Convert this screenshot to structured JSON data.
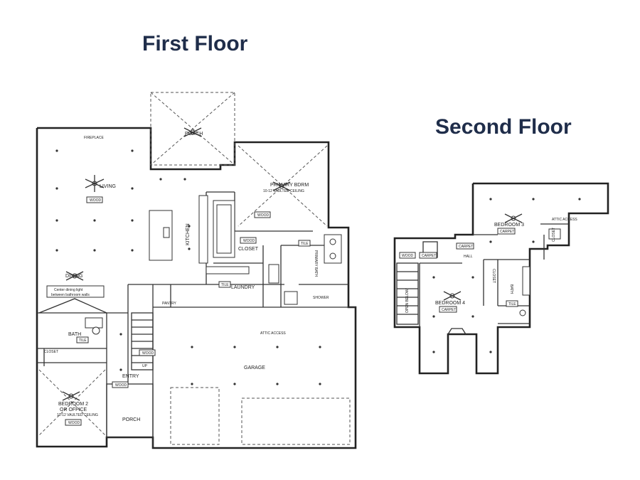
{
  "titles": {
    "first_floor": "First Floor",
    "second_floor": "Second Floor"
  },
  "first_floor_rooms": {
    "fireplace": "FIREPLACE",
    "porch_rear": "PORCH",
    "primary_bdrm": "PRIMARY BDRM",
    "primary_ceiling": "10-12 VAULTED CEILING",
    "living": "LIVING",
    "kitchen": "KITCHEN",
    "closet": "CLOSET",
    "primary_bath": "PRIMARY BATH",
    "laundry": "LAUNDRY",
    "dining": "DINING",
    "dining_note_1": "Center dining light",
    "dining_note_2": "between bathroom walls",
    "bath": "BATH",
    "closet_small": "CLOSET",
    "bedroom2_line1": "BEDROOM 2",
    "bedroom2_line2": "OR OFFICE",
    "bedroom2_ceiling": "10-12 VAULTED CEILING",
    "entry": "ENTRY",
    "porch_front": "PORCH",
    "garage": "GARAGE",
    "attic_note": "ATTIC ACCESS",
    "shower": "SHOWER",
    "pantry": "PANTRY",
    "up": "UP"
  },
  "first_floor_materials": {
    "wood": "WOOD",
    "tile": "TILE"
  },
  "second_floor_rooms": {
    "bedroom3": "BEDROOM 3",
    "bedroom4": "BEDROOM 4",
    "hall": "HALL",
    "closet": "CLOSET",
    "bath": "BATH",
    "open_below": "OPEN BELOW",
    "attic_access": "ATTIC ACCESS"
  },
  "second_floor_materials": {
    "carpet": "CARPET",
    "wood": "WOOD",
    "tile": "TILE"
  }
}
